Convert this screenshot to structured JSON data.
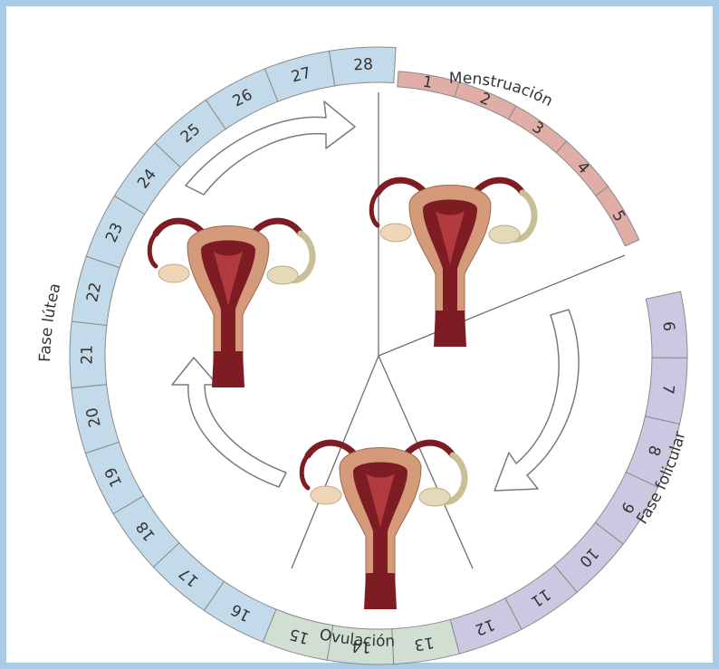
{
  "diagram": {
    "total_days": 28,
    "phases": [
      {
        "id": "menstruation",
        "label": "Menstruación",
        "days": [
          1,
          5
        ],
        "color": "#e0aea6"
      },
      {
        "id": "follicular",
        "label": "Fase folicular",
        "days": [
          6,
          12
        ],
        "color": "#cdc8e2"
      },
      {
        "id": "ovulation",
        "label": "Ovulación",
        "days": [
          13,
          15
        ],
        "color": "#d0dfd2"
      },
      {
        "id": "luteal",
        "label": "Fase lútea",
        "days": [
          16,
          28
        ],
        "color": "#c3daea"
      }
    ],
    "days": [
      "1",
      "2",
      "3",
      "4",
      "5",
      "6",
      "7",
      "8",
      "9",
      "10",
      "11",
      "12",
      "13",
      "14",
      "15",
      "16",
      "17",
      "18",
      "19",
      "20",
      "21",
      "22",
      "23",
      "24",
      "25",
      "26",
      "27",
      "28"
    ],
    "colors": {
      "frame": "#a9cbe6",
      "uterus_muscle": "#7d1c22",
      "uterus_tissue": "#d49a79",
      "ovary": "#f0d6b8",
      "arrow_stroke": "#7a7a7a",
      "divider": "#6e6e6e"
    },
    "icons": [
      "uterus-icon",
      "cycle-arrow-icon"
    ]
  }
}
